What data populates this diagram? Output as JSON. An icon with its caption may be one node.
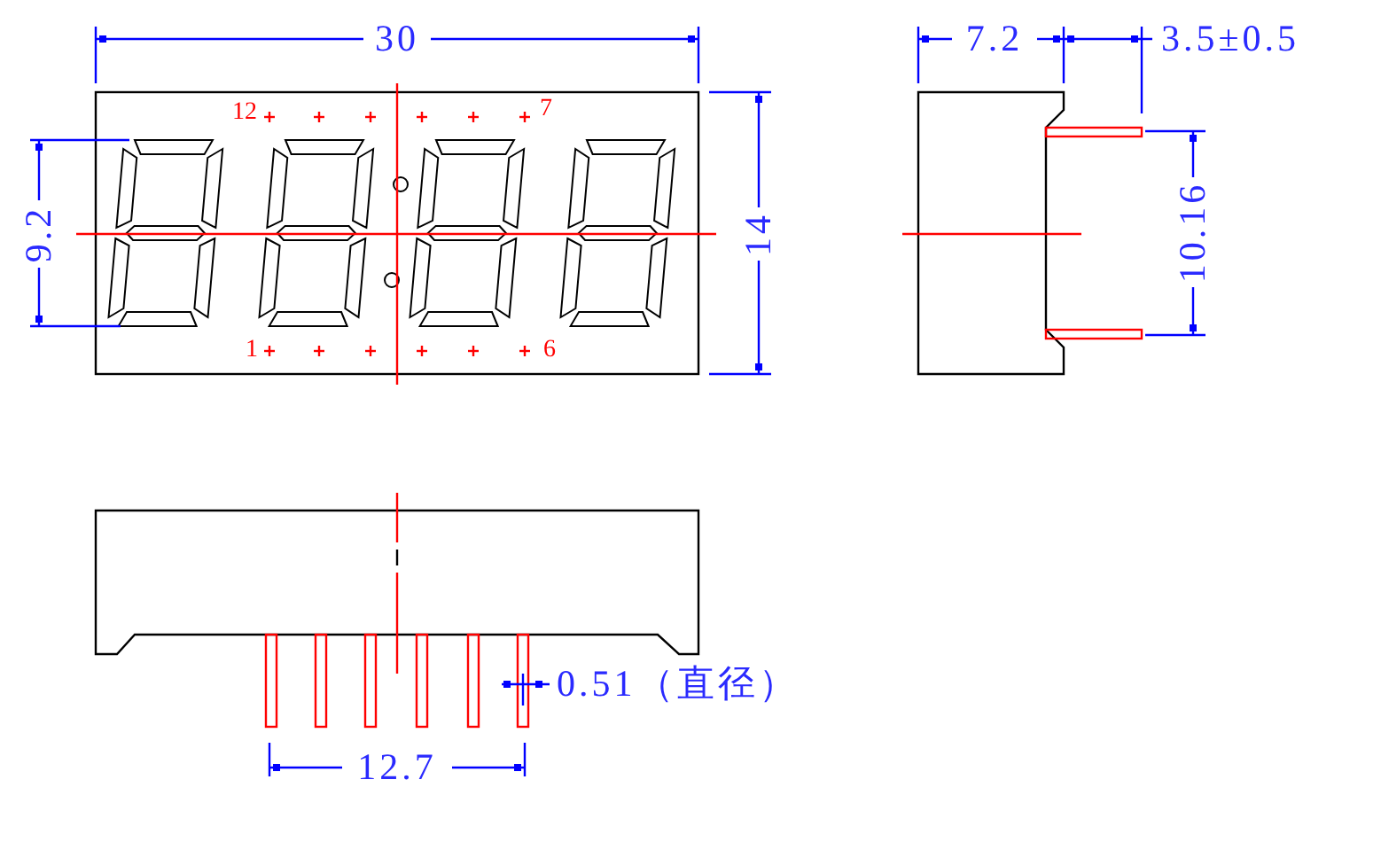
{
  "diagram": {
    "labels": [
      "30",
      "12",
      "7",
      "9.2",
      "14",
      "1",
      "6",
      "7.2",
      "3.5±0.5",
      "10.16",
      "0.51（直径）",
      "12.7"
    ]
  }
}
